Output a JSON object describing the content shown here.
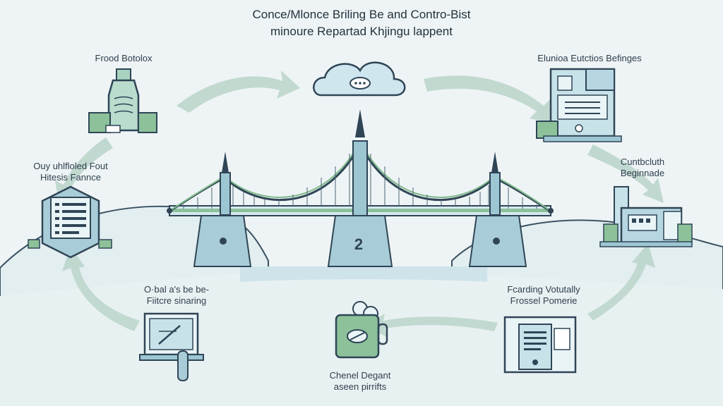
{
  "title": {
    "line1": "Conce/Mlonce Briling Be and Contro-Bist",
    "line2": "minoure Repartad Khjingu lappent"
  },
  "bridge_badge": "2",
  "labels": {
    "top_left": "Frood Botolox",
    "top_right": "Elunioa Eutctios Befinges",
    "mid_left_1": "Ouy uhlfloled Fout",
    "mid_left_2": "Hitesis Fannce",
    "mid_right_1": "Cuntbcluth",
    "mid_right_2": "Beginnade",
    "bottom_left_1": "O·bal a's be be-",
    "bottom_left_2": "Fiitcre sinaring",
    "bottom_right_1": "Fcarding Votutally",
    "bottom_right_2": "Frossel Pomerie",
    "bottom_center_1": "Chenel Degant",
    "bottom_center_2": "aseen pirrifts"
  },
  "icons": {
    "cloud": "cloud-icon",
    "bottle": "bottle-icon",
    "building": "building-icon",
    "document": "document-list-icon",
    "factory": "factory-icon",
    "laptop": "laptop-pen-icon",
    "device": "mobile-card-icon",
    "mug": "badge-mug-icon"
  },
  "colors": {
    "accent_blue": "#7fb8c9",
    "accent_green": "#6fa77f",
    "arrow": "#bcd6cc",
    "outline": "#2f4556"
  }
}
